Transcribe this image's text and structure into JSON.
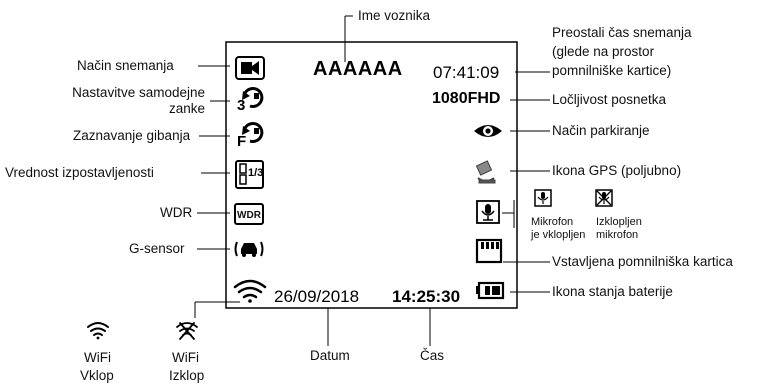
{
  "labels": {
    "driver_name": "Ime voznika",
    "recording_mode": "Način snemanja",
    "loop_settings": "Nastavitve samodejne zanke",
    "motion_detection": "Zaznavanje gibanja",
    "exposure_value": "Vrednost izpostavljenosti",
    "wdr": "WDR",
    "g_sensor": "G-sensor",
    "remaining_time_1": "Preostali čas snemanja",
    "remaining_time_2": "(glede na prostor",
    "remaining_time_3": "pomnilniške kartice)",
    "resolution": "Ločljivost posnetka",
    "parking_mode": "Način parkiranje",
    "gps_icon": "Ikona GPS (poljubno)",
    "mic_on_1": "Mikrofon",
    "mic_on_2": "je vklopljen",
    "mic_off_1": "Izklopljen",
    "mic_off_2": "mikrofon",
    "sd_card": "Vstavljena pomnilniška kartica",
    "battery": "Ikona stanja baterije",
    "date": "Datum",
    "time": "Čas",
    "wifi_on_1": "WiFi",
    "wifi_on_2": "Vklop",
    "wifi_off_1": "WiFi",
    "wifi_off_2": "Izklop"
  },
  "screen": {
    "driver_name": "AAAAAA",
    "remaining_time": "07:41:09",
    "resolution": "1080FHD",
    "loop_value": "3",
    "motion_letter": "F",
    "exposure_value": "1/3",
    "wdr_badge": "WDR",
    "date": "26/09/2018",
    "time": "14:25:30"
  }
}
